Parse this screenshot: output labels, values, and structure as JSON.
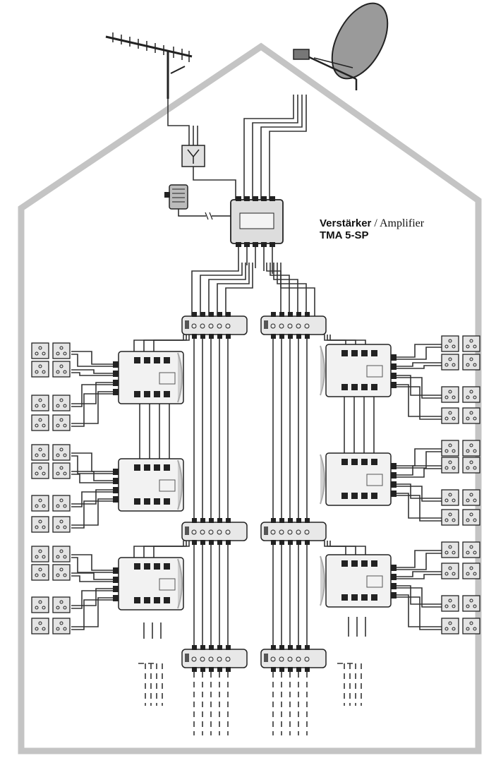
{
  "amplifier_label": {
    "name_de": "Verstärker",
    "separator": " / ",
    "name_en": "Amplifier",
    "model": "TMA 5-SP"
  },
  "colors": {
    "house_outline": "#c4c4c4",
    "lines": "#333333",
    "device_fill": "#e8e8e8",
    "dish_fill": "#9a9a9a"
  },
  "icons": [
    "terrestrial-antenna-icon",
    "satellite-dish-icon",
    "power-supply-icon",
    "diplexer-icon",
    "tv-socket-icon"
  ]
}
